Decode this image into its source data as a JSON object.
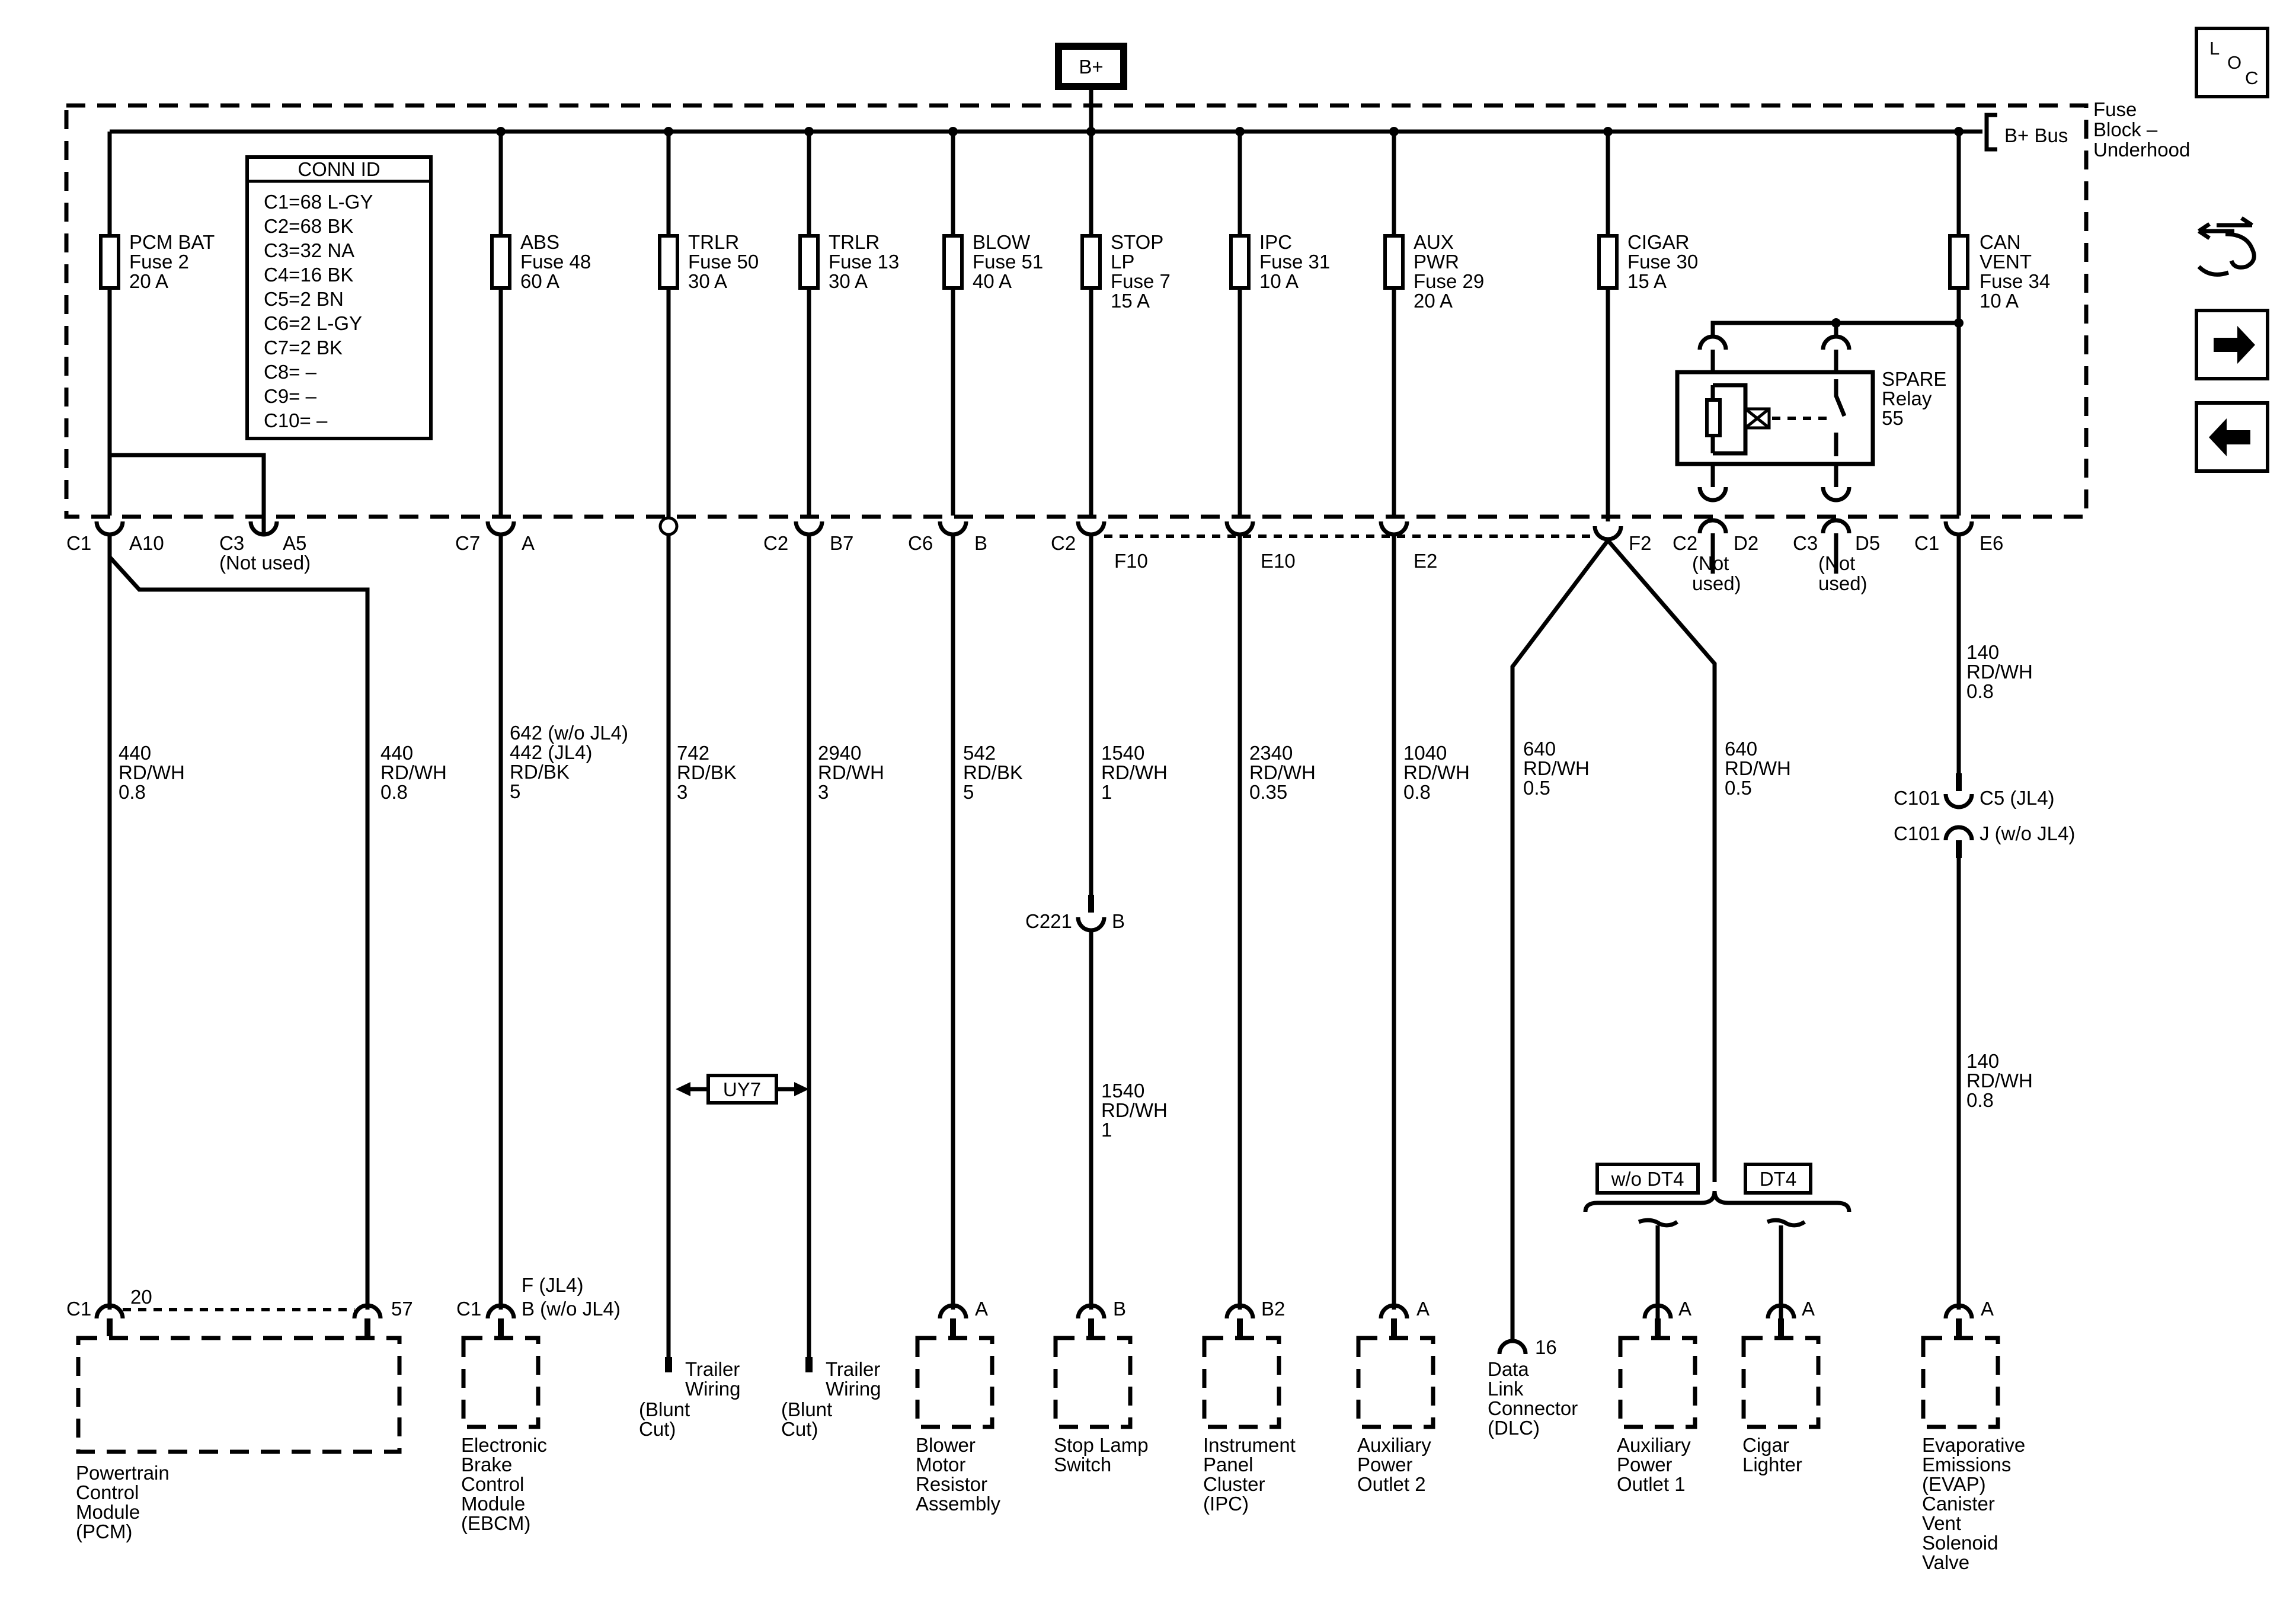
{
  "bplus": "B+",
  "fuse_block": [
    "Fuse",
    "Block –",
    "Underhood"
  ],
  "bplus_bus": "B+ Bus",
  "conn_id": {
    "title": "CONN ID",
    "rows": [
      "C1=68 L-GY",
      "C2=68 BK",
      "C3=32 NA",
      "C4=16 BK",
      "C5=2 BN",
      "C6=2 L-GY",
      "C7=2 BK",
      "C8= –",
      "C9= –",
      "C10= –"
    ]
  },
  "nav": {
    "loc": [
      "L",
      "O",
      "C"
    ],
    "icons": [
      "wiring-harness-icon",
      "forward-arrow-icon",
      "back-arrow-icon"
    ]
  },
  "fuses": [
    {
      "lines": [
        "PCM BAT",
        "Fuse 2",
        "20 A"
      ]
    },
    {
      "lines": [
        "ABS",
        "Fuse 48",
        "60 A"
      ]
    },
    {
      "lines": [
        "TRLR",
        "Fuse 50",
        "30 A"
      ]
    },
    {
      "lines": [
        "TRLR",
        "Fuse 13",
        "30 A"
      ]
    },
    {
      "lines": [
        "BLOW",
        "Fuse 51",
        "40 A"
      ]
    },
    {
      "lines": [
        "STOP",
        "LP",
        "Fuse 7",
        "15 A"
      ]
    },
    {
      "lines": [
        "IPC",
        "Fuse 31",
        "10 A"
      ]
    },
    {
      "lines": [
        "AUX",
        "PWR",
        "Fuse 29",
        "20 A"
      ]
    },
    {
      "lines": [
        "CIGAR",
        "Fuse 30",
        "15 A"
      ]
    },
    {
      "lines": [
        "CAN",
        "VENT",
        "Fuse 34",
        "10 A"
      ]
    }
  ],
  "relay": {
    "lines": [
      "SPARE",
      "Relay",
      "55"
    ]
  },
  "conn_labels": [
    {
      "left": "C1",
      "right": "A10"
    },
    {
      "left": "C3",
      "right": "A5",
      "sub": "(Not used)"
    },
    {
      "left": "C7",
      "right": "A"
    },
    {
      "left": "C2",
      "right": "B7"
    },
    {
      "left": "C6",
      "right": "B"
    },
    {
      "left": "C2",
      "right": "F10"
    },
    {
      "left": "",
      "right": "E10"
    },
    {
      "left": "",
      "right": "E2"
    },
    {
      "left": "",
      "right": "F2"
    },
    {
      "left": "C2",
      "right": "D2",
      "sub": [
        "(Not",
        "used)"
      ]
    },
    {
      "left": "C3",
      "right": "D5",
      "sub": [
        "(Not",
        "used)"
      ]
    },
    {
      "left": "C1",
      "right": "E6"
    }
  ],
  "wires": [
    [
      "440",
      "RD/WH",
      "0.8"
    ],
    [
      "440",
      "RD/WH",
      "0.8"
    ],
    [
      "642 (w/o JL4)",
      "442 (JL4)",
      "RD/BK",
      "5"
    ],
    [
      "742",
      "RD/BK",
      "3"
    ],
    [
      "2940",
      "RD/WH",
      "3"
    ],
    [
      "542",
      "RD/BK",
      "5"
    ],
    [
      "1540",
      "RD/WH",
      "1"
    ],
    [
      "2340",
      "RD/WH",
      "0.35"
    ],
    [
      "1040",
      "RD/WH",
      "0.8"
    ],
    [
      "640",
      "RD/WH",
      "0.5"
    ],
    [
      "640",
      "RD/WH",
      "0.5"
    ],
    [
      "140",
      "RD/WH",
      "0.8"
    ],
    [
      "1540",
      "RD/WH",
      "1"
    ],
    [
      "140",
      "RD/WH",
      "0.8"
    ]
  ],
  "inline_connectors": [
    {
      "left": "C221",
      "right": "B"
    },
    {
      "left": "C101",
      "right": "C5 (JL4)"
    },
    {
      "left": "C101",
      "right": "J (w/o JL4)"
    }
  ],
  "uy7": "UY7",
  "options": {
    "left": "w/o DT4",
    "right": "DT4"
  },
  "comp_pins": [
    {
      "left": "C1",
      "right": "20"
    },
    {
      "left": "",
      "right": "57"
    },
    {
      "left": "C1",
      "right": [
        "F (JL4)",
        "B (w/o JL4)"
      ]
    },
    {
      "left": "",
      "right": "A"
    },
    {
      "left": "",
      "right": "B"
    },
    {
      "left": "",
      "right": "B2"
    },
    {
      "left": "",
      "right": "A"
    },
    {
      "left": "",
      "right": "16"
    },
    {
      "left": "",
      "right": "A"
    },
    {
      "left": "",
      "right": "A"
    },
    {
      "left": "",
      "right": "A"
    }
  ],
  "components": [
    {
      "name": [
        "Powertrain",
        "Control",
        "Module",
        "(PCM)"
      ]
    },
    {
      "name": [
        "Electronic",
        "Brake",
        "Control",
        "Module",
        "(EBCM)"
      ]
    },
    {
      "name": [
        "Blower",
        "Motor",
        "Resistor",
        "Assembly"
      ]
    },
    {
      "name": [
        "Stop Lamp",
        "Switch"
      ]
    },
    {
      "name": [
        "Instrument",
        "Panel",
        "Cluster",
        "(IPC)"
      ]
    },
    {
      "name": [
        "Auxiliary",
        "Power",
        "Outlet 2"
      ]
    },
    {
      "name": [
        "Data",
        "Link",
        "Connector",
        "(DLC)"
      ]
    },
    {
      "name": [
        "Auxiliary",
        "Power",
        "Outlet 1"
      ]
    },
    {
      "name": [
        "Cigar",
        "Lighter"
      ]
    },
    {
      "name": [
        "Evaporative",
        "Emissions",
        "(EVAP)",
        "Canister",
        "Vent",
        "Solenoid",
        "Valve"
      ]
    }
  ],
  "trailer": [
    {
      "name": [
        "Trailer",
        "Wiring"
      ],
      "cut": [
        "(Blunt",
        "Cut)"
      ]
    },
    {
      "name": [
        "Trailer",
        "Wiring"
      ],
      "cut": [
        "(Blunt",
        "Cut)"
      ]
    }
  ]
}
